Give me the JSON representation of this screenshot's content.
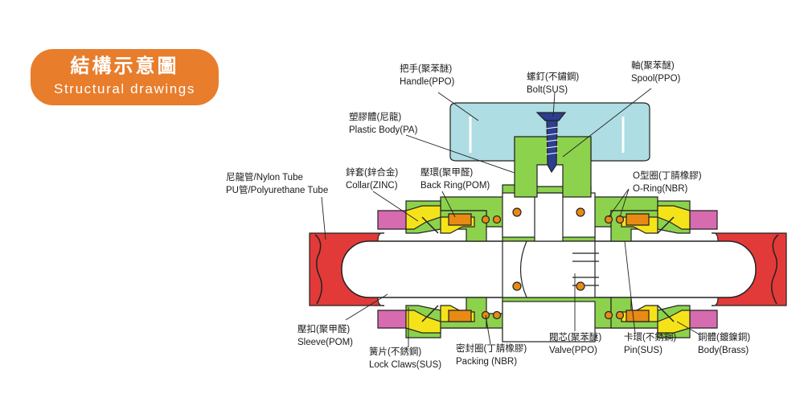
{
  "badge": {
    "title": "結構示意圖",
    "subtitle": "Structural drawings"
  },
  "colors": {
    "badge": "#e87d2c",
    "handle": "#aedde3",
    "body_green": "#8cd24d",
    "yellow": "#f5e31a",
    "orange_ring": "#e88a14",
    "tube": "#e23a39",
    "pink": "#d76bb0",
    "bolt": "#2c3e8e"
  },
  "labels": {
    "handle_zh": "把手(聚苯醚)",
    "handle_en": "Handle(PPO)",
    "bolt_zh": "螺釘(不鏽鋼)",
    "bolt_en": "Bolt(SUS)",
    "spool_zh": "軸(聚苯醚)",
    "spool_en": "Spool(PPO)",
    "plastic_zh": "塑膠體(尼龍)",
    "plastic_en": "Plastic Body(PA)",
    "tube_zh": "尼龍管/Nylon Tube",
    "tube_en": "PU管/Polyurethane Tube",
    "collar_zh": "鋅套(鋅合金)",
    "collar_en": "Collar(ZINC)",
    "backring_zh": "壓環(聚甲醛)",
    "backring_en": "Back Ring(POM)",
    "oring_zh": "O型圈(丁腈橡膠)",
    "oring_en": "O-Ring(NBR)",
    "sleeve_zh": "壓扣(聚甲醛)",
    "sleeve_en": "Sleeve(POM)",
    "lockclaws_zh": "簧片(不銹鋼)",
    "lockclaws_en": "Lock Claws(SUS)",
    "packing_zh": "密封圈(丁腈橡膠)",
    "packing_en": "Packing (NBR)",
    "valve_zh": "閥芯(聚苯醚)",
    "valve_en": "Valve(PPO)",
    "pin_zh": "卡環(不銹鋼)",
    "pin_en": "Pin(SUS)",
    "bodybrass_zh": "銅體(鍍鎳銅)",
    "bodybrass_en": "Body(Brass)"
  }
}
